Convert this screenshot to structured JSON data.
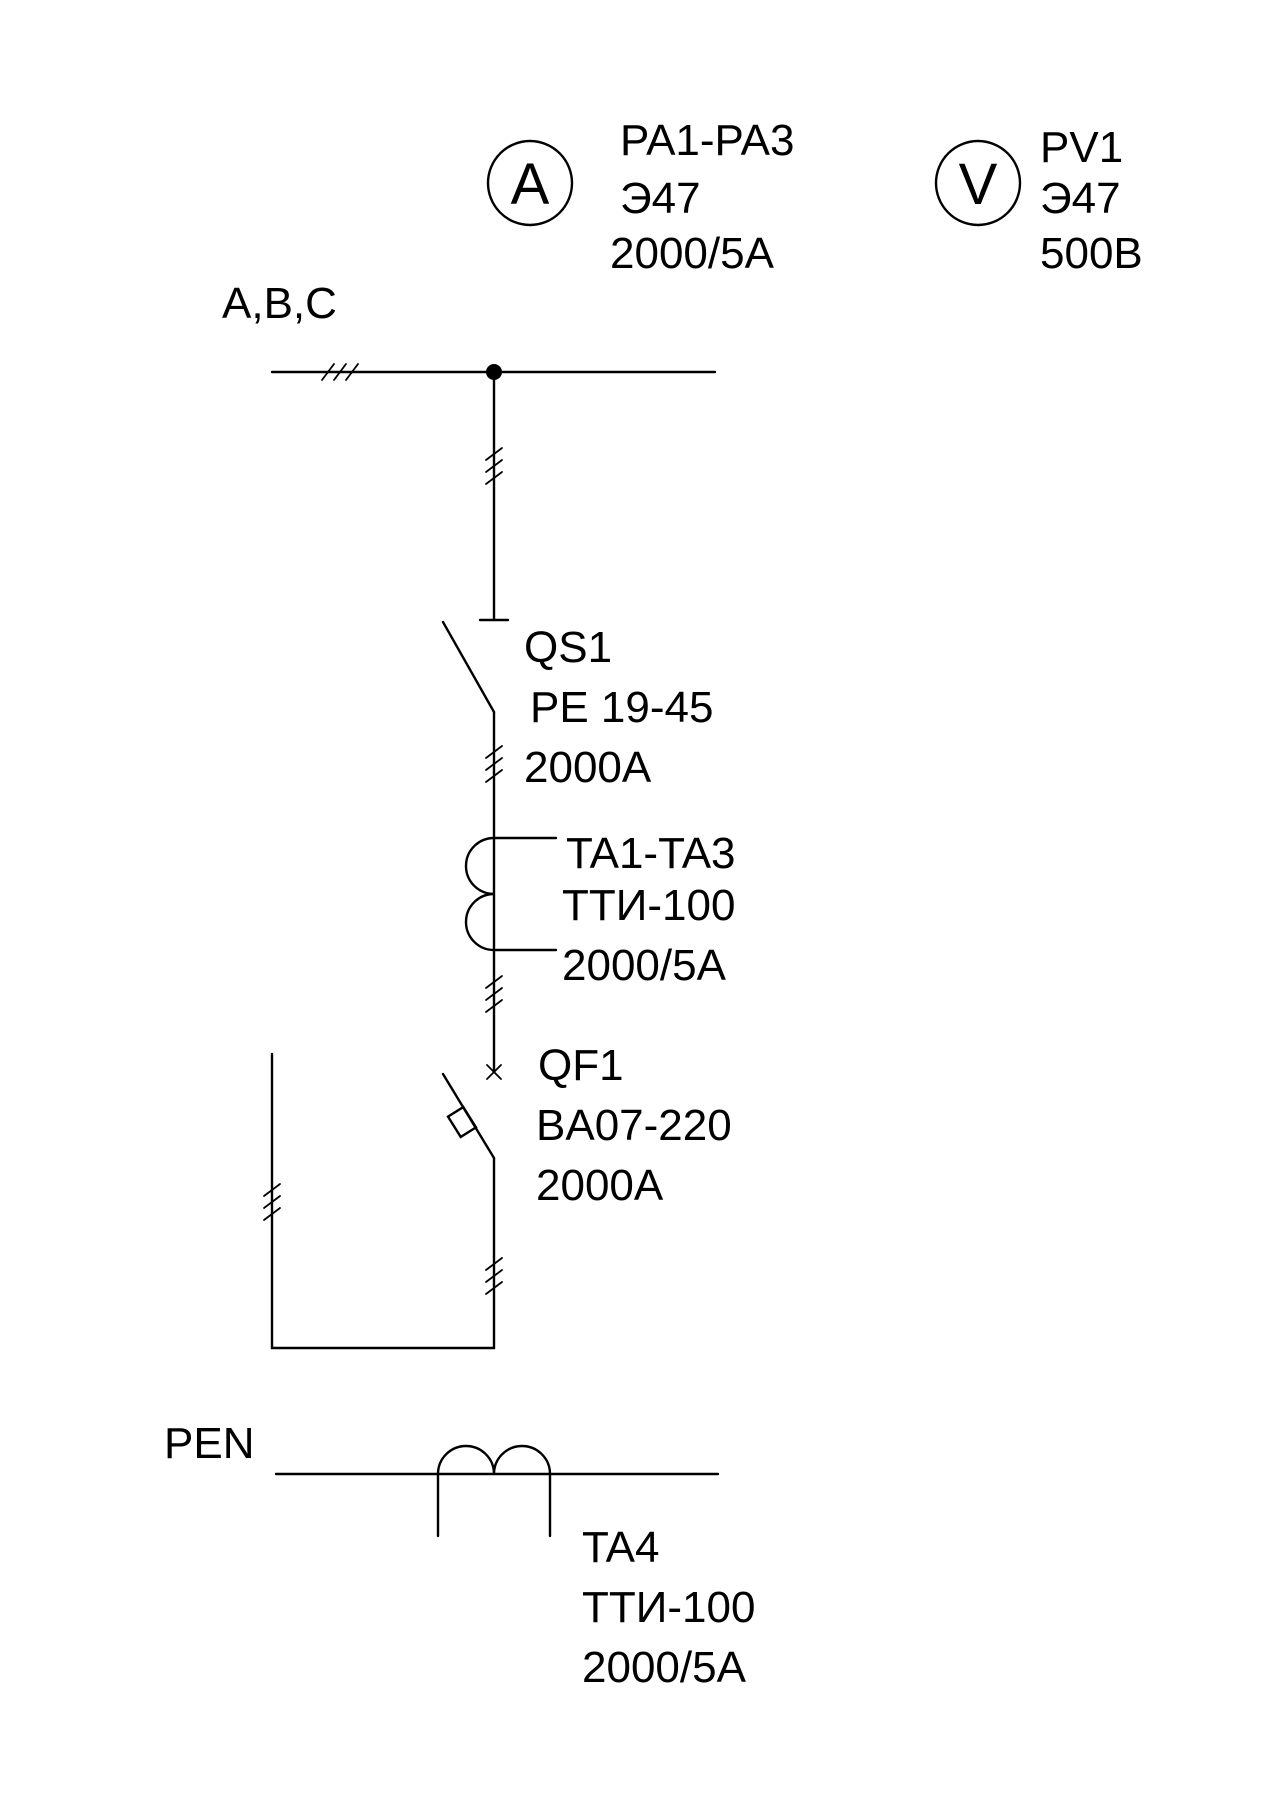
{
  "meters": {
    "ammeter": {
      "symbol": "A",
      "lines": [
        "PA1-PA3",
        "Э47",
        "2000/5A"
      ]
    },
    "voltmeter": {
      "symbol": "V",
      "lines": [
        "PV1",
        "Э47",
        "500B"
      ]
    }
  },
  "bus": {
    "label": "A,B,C"
  },
  "switch": {
    "lines": [
      "QS1",
      "PE 19-45",
      "2000A"
    ]
  },
  "ct_phase": {
    "lines": [
      "TA1-TA3",
      "ТТИ-100",
      "2000/5A"
    ]
  },
  "breaker": {
    "lines": [
      "QF1",
      "BA07-220",
      "2000A"
    ]
  },
  "pen": {
    "label": "PEN"
  },
  "ct_pen": {
    "lines": [
      "TA4",
      "ТТИ-100",
      "2000/5A"
    ]
  }
}
